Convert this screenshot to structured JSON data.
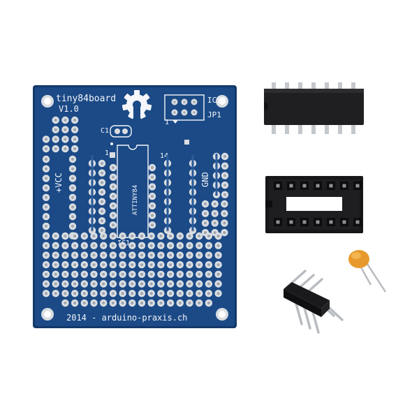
{
  "pcb": {
    "title": "tiny84board",
    "version": "V1.0",
    "icsp_label": "ICSP",
    "jp1_label": "JP1",
    "pin1_label": "1",
    "cap_label": "C1",
    "ic_pin1_label": "1",
    "ic_pin14_label": "14",
    "chip_label": "ATTINY84",
    "ic_label": "IC1",
    "vcc_label": "+VCC",
    "gnd_label": "GND",
    "footer": "2014 - arduino-praxis.ch",
    "colors": {
      "board": "#1b4a86",
      "board_edge": "#14386a",
      "pad": "#d9dde2",
      "silk": "#f4f6fb"
    }
  },
  "components": {
    "chip": "DIP-14 ATtiny84 microcontroller",
    "socket": "DIP-14 IC socket",
    "header": "2x3 pin header",
    "capacitor": "ceramic capacitor (orange)"
  }
}
